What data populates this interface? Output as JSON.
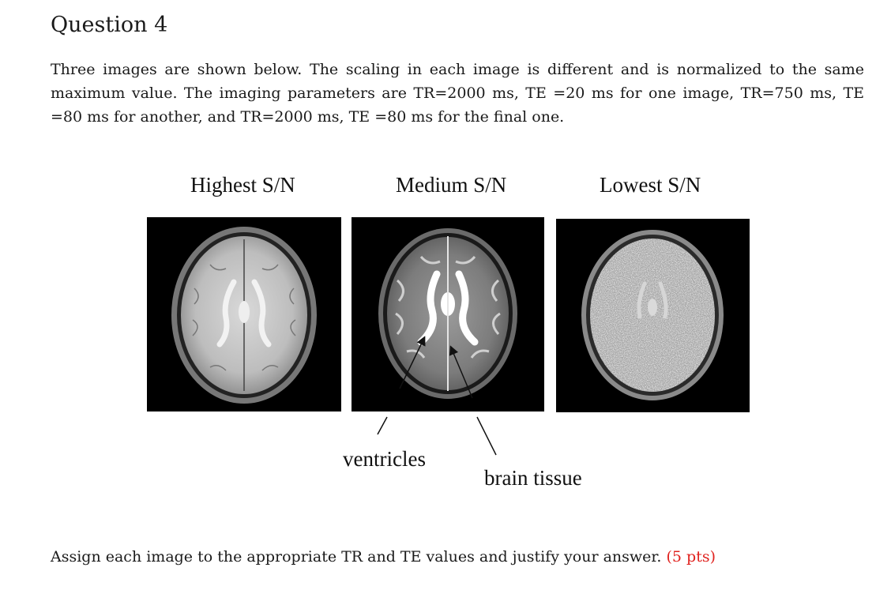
{
  "question": {
    "title": "Question 4",
    "body": "Three images are shown below. The scaling in each image is different and is normalized to the same maximum value. The imaging parameters are TR=2000 ms, TE =20 ms for one image, TR=750 ms, TE =80 ms for another, and TR=2000 ms, TE =80 ms for the final one."
  },
  "figure": {
    "panels": [
      {
        "label": "Highest S/N"
      },
      {
        "label": "Medium S/N"
      },
      {
        "label": "Lowest S/N"
      }
    ],
    "annotations": {
      "ventricles": "ventricles",
      "brain_tissue": "brain tissue"
    }
  },
  "footer": {
    "text": "Assign each image to the appropriate TR and TE values and justify your answer.",
    "points": "(5 pts)",
    "points_color": "#e0221e"
  }
}
